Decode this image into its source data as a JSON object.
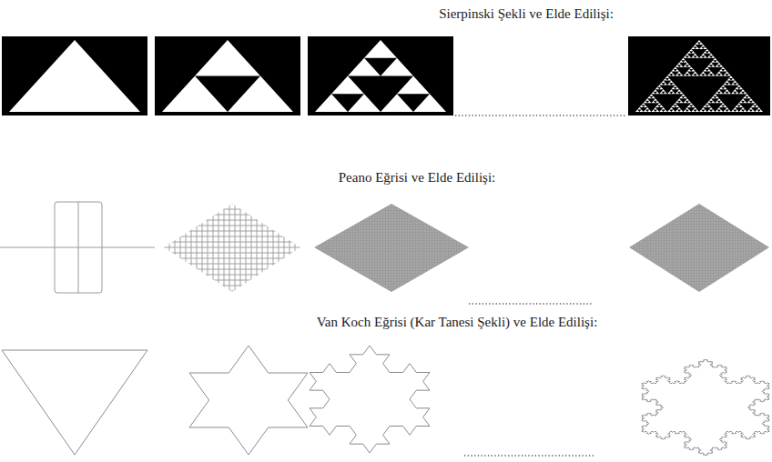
{
  "diagram": {
    "labels": [
      "Sierpinski Şekli ve Elde Edilişi:",
      "Peano Eğrisi ve Elde Edilişi:",
      "Van Koch Eğrisi (Kar Tanesi Şekli) ve Elde Edilişi:"
    ]
  }
}
